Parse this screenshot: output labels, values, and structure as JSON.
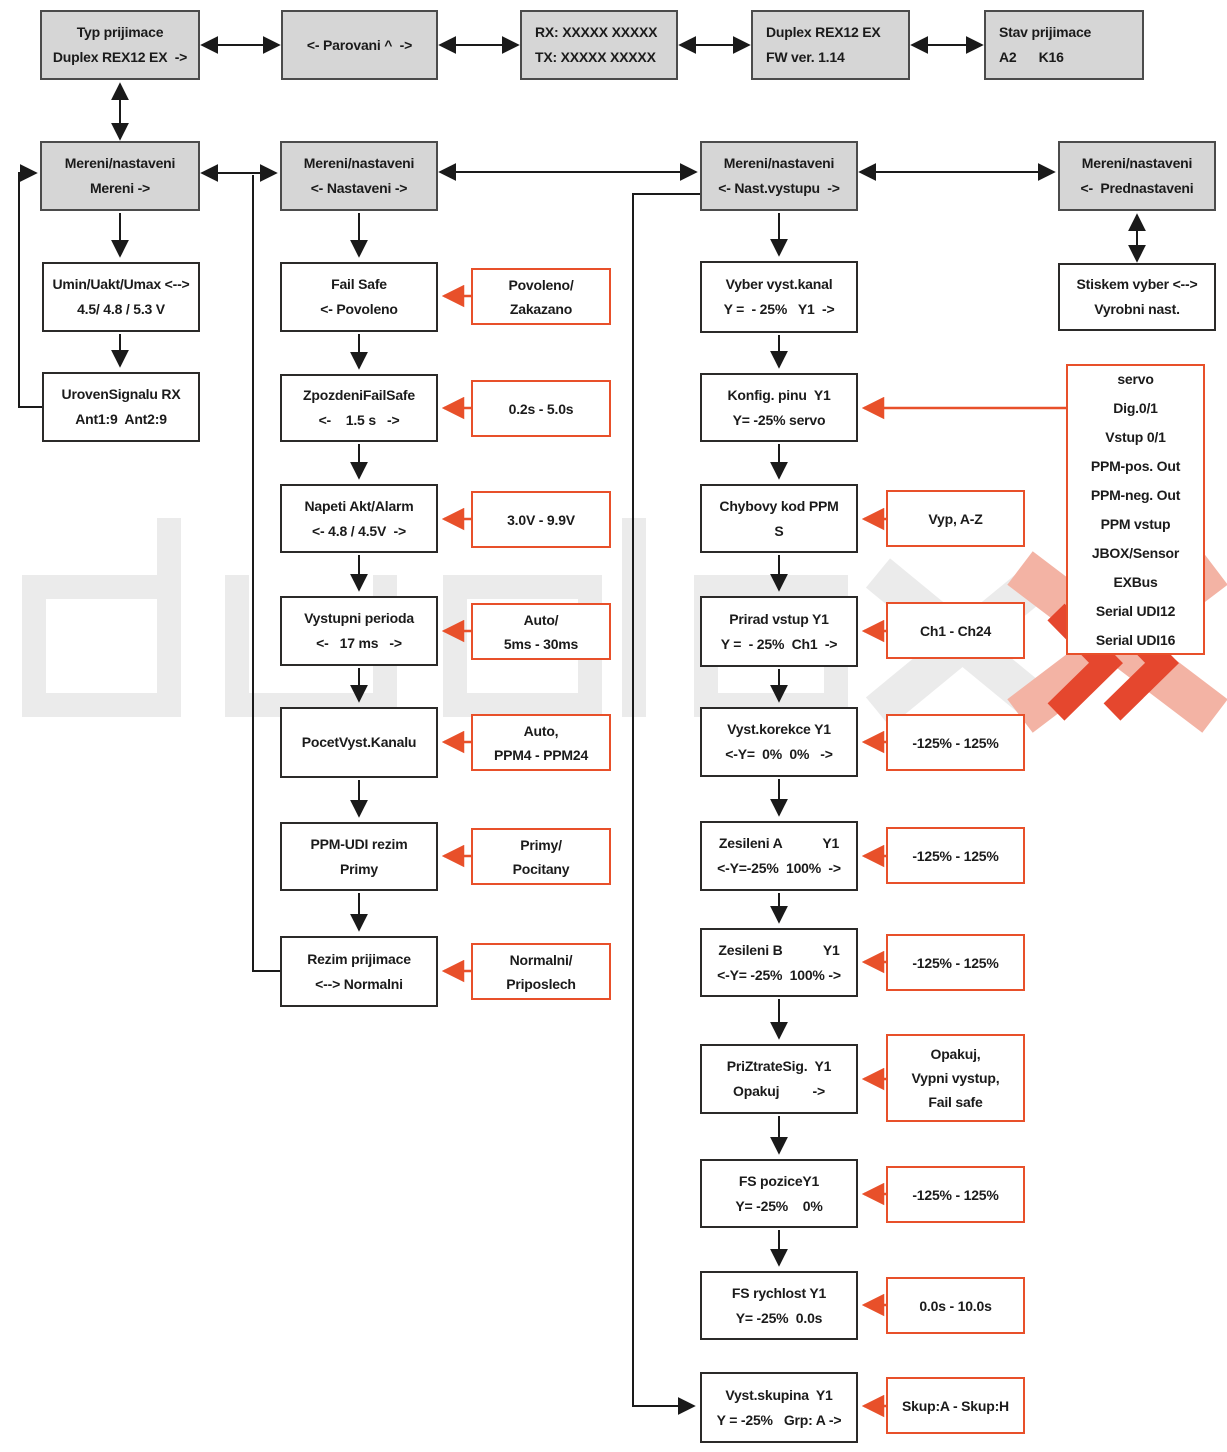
{
  "title": "Duplex REX12 EX menu flowchart",
  "colors": {
    "box_fill_gray": "#d6d6d6",
    "box_border_dark": "#2b2a29",
    "accent_orange": "#e8502a",
    "watermark_gray": "#ebebeb",
    "watermark_red": "#e5472e",
    "watermark_salmon": "#f3b3a4"
  },
  "watermark": {
    "brand": "duplex"
  },
  "nodes": {
    "typ_prijimace": [
      "Typ prijimace",
      "Duplex REX12 EX  ->"
    ],
    "parovani": [
      "<- Parovani ^  ->"
    ],
    "rx_tx": [
      "RX: XXXXX XXXXX",
      "TX: XXXXX XXXXX"
    ],
    "fw": [
      "Duplex REX12 EX",
      "FW ver. 1.14"
    ],
    "stav": [
      "Stav prijimace",
      "A2      K16"
    ],
    "menu_mereni": [
      "Mereni/nastaveni",
      "Mereni ->"
    ],
    "menu_nastaveni": [
      "Mereni/nastaveni",
      "<- Nastaveni ->"
    ],
    "menu_nast_vystupu": [
      "Mereni/nastaveni",
      "<- Nast.vystupu  ->"
    ],
    "menu_prednastaveni": [
      "Mereni/nastaveni",
      "<-  Prednastaveni"
    ],
    "umin": [
      "Umin/Uakt/Umax <-->",
      "4.5/ 4.8 / 5.3 V"
    ],
    "uroven": [
      "UrovenSignalu RX",
      "Ant1:9  Ant2:9"
    ],
    "fail_safe": [
      "Fail Safe",
      "<- Povoleno"
    ],
    "zpozdeni": [
      "ZpozdeniFailSafe",
      "<-    1.5 s   ->"
    ],
    "napeti": [
      "Napeti Akt/Alarm",
      "<- 4.8 / 4.5V  ->"
    ],
    "vystupni": [
      "Vystupni perioda",
      "<-   17 ms   ->"
    ],
    "pocet": [
      "PocetVyst.Kanalu"
    ],
    "ppm_udi": [
      "PPM-UDI rezim",
      "Primy"
    ],
    "rezim": [
      "Rezim prijimace",
      "<--> Normalni"
    ],
    "o_povoleno": [
      "Povoleno/",
      "Zakazano"
    ],
    "o_02s": [
      "0.2s - 5.0s"
    ],
    "o_30v": [
      "3.0V - 9.9V"
    ],
    "o_auto5": [
      "Auto/",
      "5ms - 30ms"
    ],
    "o_autoppm": [
      "Auto,",
      "PPM4 - PPM24"
    ],
    "o_primy": [
      "Primy/",
      "Pocitany"
    ],
    "o_norm": [
      "Normalni/",
      "Priposlech"
    ],
    "vyber": [
      "Vyber vyst.kanal",
      "Y =  - 25%   Y1  ->"
    ],
    "konfig": [
      "Konfig. pinu  Y1",
      "Y= -25% servo"
    ],
    "chybovy": [
      "Chybovy kod PPM",
      "S"
    ],
    "prirad": [
      "Prirad vstup Y1",
      "Y =  - 25%  Ch1  ->"
    ],
    "korekce": [
      "Vyst.korekce Y1",
      "<-Y=  0%  0%   ->"
    ],
    "zesileni_a": [
      "Zesileni A           Y1",
      "<-Y=-25%  100%  ->"
    ],
    "zesileni_b": [
      "Zesileni B           Y1",
      "<-Y= -25%  100% ->"
    ],
    "priztrate": [
      "PriZtrateSig.  Y1",
      "Opakuj         ->"
    ],
    "fs_pozice": [
      "FS poziceY1",
      "Y= -25%    0%"
    ],
    "fs_rychlost": [
      "FS rychlost Y1",
      "Y= -25%  0.0s"
    ],
    "skupina": [
      "Vyst.skupina  Y1",
      "Y = -25%   Grp: A ->"
    ],
    "o_vyp": [
      "Vyp, A-Z"
    ],
    "o_ch": [
      "Ch1 - Ch24"
    ],
    "o_125a": [
      "-125% - 125%"
    ],
    "o_125b": [
      "-125% - 125%"
    ],
    "o_125c": [
      "-125% - 125%"
    ],
    "o_opakuj": [
      "Opakuj,",
      "Vypni vystup,",
      "Fail safe"
    ],
    "o_125d": [
      "-125% - 125%"
    ],
    "o_00s": [
      "0.0s - 10.0s"
    ],
    "o_skup": [
      "Skup:A - Skup:H"
    ],
    "stiskem": [
      "Stiskem vyber <-->",
      "Vyrobni nast."
    ],
    "o_servo": [
      "servo",
      "Dig.0/1",
      "Vstup 0/1",
      "PPM-pos. Out",
      "PPM-neg. Out",
      "PPM vstup",
      "JBOX/Sensor",
      "EXBus",
      "Serial UDI12",
      "Serial UDI16"
    ]
  }
}
